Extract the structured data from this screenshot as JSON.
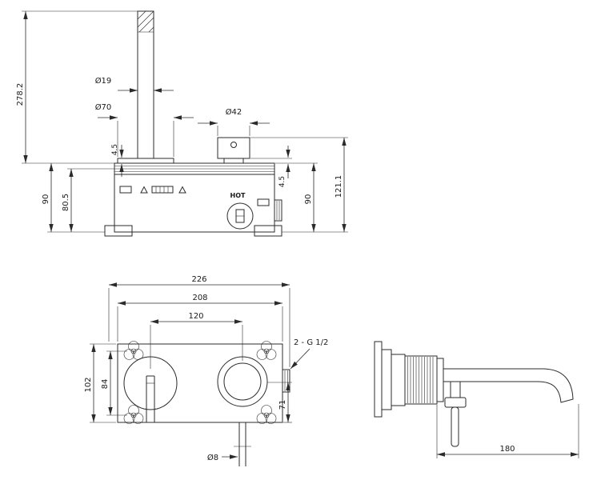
{
  "page": {
    "background": "#ffffff",
    "line_color": "#2b2b2b"
  },
  "views": {
    "plan": {
      "labels": {
        "hot": "HOT"
      },
      "dims": {
        "total_depth": "278.2",
        "spout_dia": "Ø19",
        "escutcheon_dia": "Ø70",
        "handle_dia": "Ø42",
        "spout_plate_thk": "4.5",
        "handle_plate_thk": "4.5",
        "body_depth_left": "90",
        "inner_depth": "80.5",
        "body_depth_right": "90",
        "handle_total": "121.1"
      }
    },
    "front": {
      "dims": {
        "overall_width": "226",
        "mount_width": "208",
        "centre_spacing": "120",
        "overall_height": "102",
        "mount_height": "84",
        "outlet_offset": "71",
        "outlet_dia": "Ø8",
        "connections": "2 - G 1/2"
      }
    },
    "side": {
      "dims": {
        "spout_reach": "180"
      }
    }
  }
}
